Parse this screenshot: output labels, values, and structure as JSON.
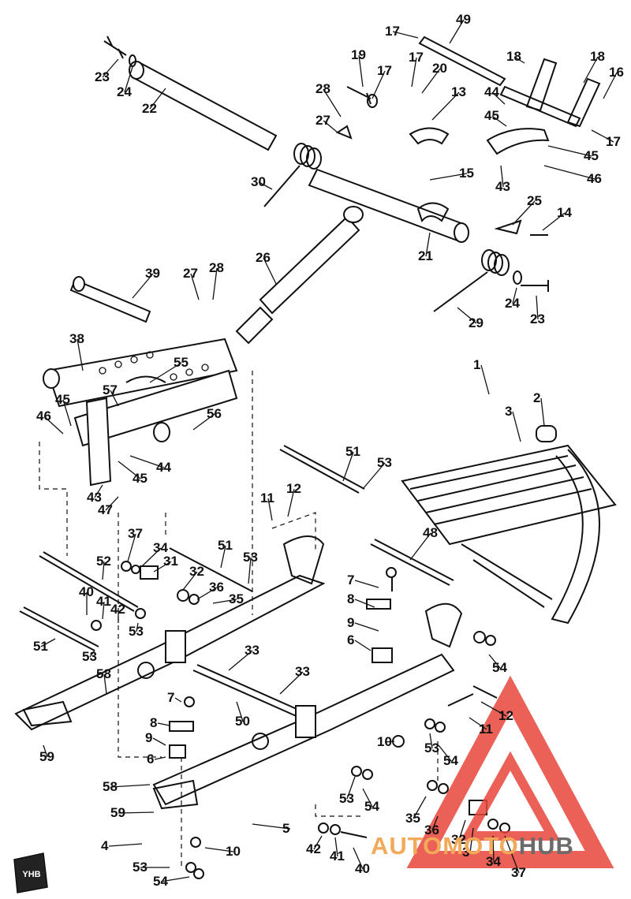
{
  "diagram": {
    "part_labels": [
      {
        "n": "17"
      },
      {
        "n": "49"
      },
      {
        "n": "19"
      },
      {
        "n": "17"
      },
      {
        "n": "17"
      },
      {
        "n": "20"
      },
      {
        "n": "18"
      },
      {
        "n": "18"
      },
      {
        "n": "16"
      },
      {
        "n": "23"
      },
      {
        "n": "24"
      },
      {
        "n": "22"
      },
      {
        "n": "28"
      },
      {
        "n": "13"
      },
      {
        "n": "44"
      },
      {
        "n": "45"
      },
      {
        "n": "27"
      },
      {
        "n": "45"
      },
      {
        "n": "17"
      },
      {
        "n": "30"
      },
      {
        "n": "15"
      },
      {
        "n": "43"
      },
      {
        "n": "46"
      },
      {
        "n": "25"
      },
      {
        "n": "14"
      },
      {
        "n": "26"
      },
      {
        "n": "21"
      },
      {
        "n": "39"
      },
      {
        "n": "27"
      },
      {
        "n": "28"
      },
      {
        "n": "24"
      },
      {
        "n": "23"
      },
      {
        "n": "29"
      },
      {
        "n": "38"
      },
      {
        "n": "55"
      },
      {
        "n": "1"
      },
      {
        "n": "45"
      },
      {
        "n": "57"
      },
      {
        "n": "2"
      },
      {
        "n": "46"
      },
      {
        "n": "56"
      },
      {
        "n": "3"
      },
      {
        "n": "44"
      },
      {
        "n": "45"
      },
      {
        "n": "51"
      },
      {
        "n": "53"
      },
      {
        "n": "43"
      },
      {
        "n": "47"
      },
      {
        "n": "11"
      },
      {
        "n": "12"
      },
      {
        "n": "37"
      },
      {
        "n": "34"
      },
      {
        "n": "51"
      },
      {
        "n": "48"
      },
      {
        "n": "31"
      },
      {
        "n": "53"
      },
      {
        "n": "52"
      },
      {
        "n": "32"
      },
      {
        "n": "7"
      },
      {
        "n": "36"
      },
      {
        "n": "40"
      },
      {
        "n": "41"
      },
      {
        "n": "42"
      },
      {
        "n": "35"
      },
      {
        "n": "8"
      },
      {
        "n": "51"
      },
      {
        "n": "53"
      },
      {
        "n": "9"
      },
      {
        "n": "6"
      },
      {
        "n": "53"
      },
      {
        "n": "33"
      },
      {
        "n": "54"
      },
      {
        "n": "58"
      },
      {
        "n": "33"
      },
      {
        "n": "7"
      },
      {
        "n": "50"
      },
      {
        "n": "12"
      },
      {
        "n": "8"
      },
      {
        "n": "11"
      },
      {
        "n": "9"
      },
      {
        "n": "10"
      },
      {
        "n": "53"
      },
      {
        "n": "6"
      },
      {
        "n": "59"
      },
      {
        "n": "54"
      },
      {
        "n": "58"
      },
      {
        "n": "53"
      },
      {
        "n": "54"
      },
      {
        "n": "59"
      },
      {
        "n": "35"
      },
      {
        "n": "36"
      },
      {
        "n": "32"
      },
      {
        "n": "4"
      },
      {
        "n": "5"
      },
      {
        "n": "10"
      },
      {
        "n": "42"
      },
      {
        "n": "41"
      },
      {
        "n": "3"
      },
      {
        "n": "34"
      },
      {
        "n": "53"
      },
      {
        "n": "40"
      },
      {
        "n": "54"
      },
      {
        "n": "37"
      }
    ],
    "badge_text": "YHB"
  },
  "watermark": {
    "brand_a": "AUTOMOTO",
    "brand_b": "HUB",
    "triangle_color": "#e8463c",
    "text_color_a": "#f3a95a",
    "text_color_b": "#6b6b6b"
  }
}
